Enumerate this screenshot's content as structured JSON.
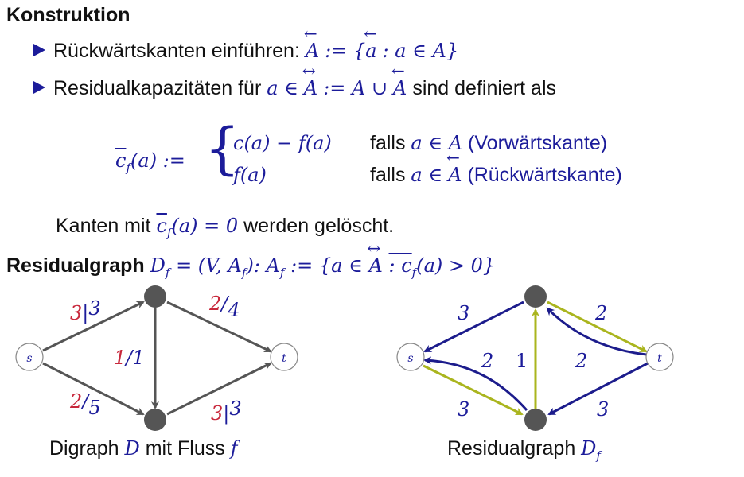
{
  "heading": "Konstruktion",
  "bullet1": {
    "text": "Rückwärtskanten einführen:",
    "math_a": "A",
    "math_b": ":= {",
    "math_c": "a",
    "math_d": ": a ∈ A}"
  },
  "bullet2": {
    "text1": "Residualkapazitäten für",
    "math_a": "a ∈",
    "math_b": "A",
    "math_c": ":= A ∪",
    "math_d": "A",
    "text2": "sind definiert als"
  },
  "formula": {
    "lhs": "c",
    "lhs_sub": "f",
    "lhs_rest": "(a) :=",
    "case1_expr": "c(a) − f(a)",
    "case1_falls": "falls",
    "case1_cond": "a ∈ A",
    "case1_note": "(Vorwärtskante)",
    "case2_expr": "f(a)",
    "case2_falls": "falls",
    "case2_cond": "a ∈",
    "case2_condA": "A",
    "case2_note": "(Rückwärtskante)"
  },
  "deleted": {
    "text1": "Kanten mit",
    "math": "c",
    "math_sub": "f",
    "math_rest": "(a) = 0",
    "text2": "werden gelöscht."
  },
  "residual_def": {
    "bold": "Residualgraph",
    "m1": "D",
    "m1_sub": "f",
    "m2": "= (V, A",
    "m2_sub": "f",
    "m3": "):  A",
    "m3_sub": "f",
    "m4": ":= {a ∈",
    "m5": "A",
    "m6": ": c",
    "m6_sub": "f",
    "m7": "(a) > 0}"
  },
  "graph_left": {
    "source": "s",
    "sink": "t",
    "labels": [
      {
        "flow": "3",
        "cap": "3"
      },
      {
        "flow": "2",
        "cap": "4"
      },
      {
        "flow": "1",
        "cap": "1"
      },
      {
        "flow": "2",
        "cap": "5"
      },
      {
        "flow": "3",
        "cap": "3"
      }
    ],
    "caption": "Digraph",
    "caption_m1": "D",
    "caption_mid": "mit Fluss",
    "caption_m2": "f"
  },
  "graph_right": {
    "source": "s",
    "sink": "t",
    "labels": [
      "3",
      "2",
      "2",
      "1",
      "2",
      "3",
      "3"
    ],
    "caption": "Residualgraph",
    "caption_m": "D",
    "caption_sub": "f"
  },
  "colors": {
    "blue": "#1c1c9a",
    "red": "#c8283c",
    "green": "#aab51e",
    "gray": "#555555",
    "node": "#555555"
  }
}
